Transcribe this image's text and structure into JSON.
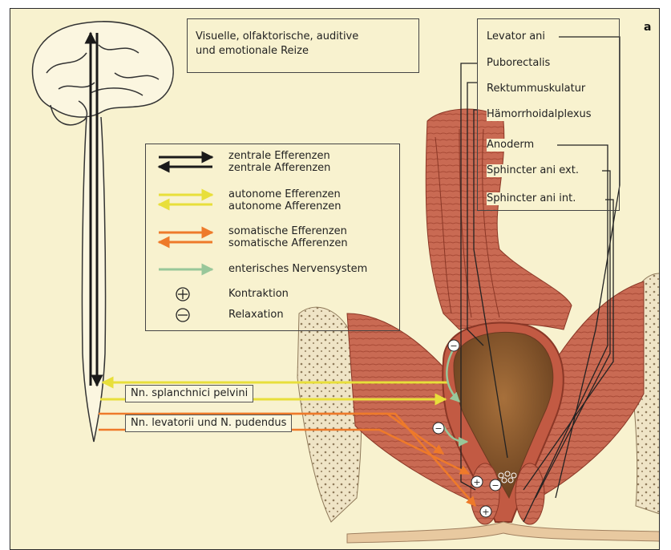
{
  "panel_letter": "a",
  "stimuli_text": [
    "Visuelle, olfaktorische, auditive",
    "und emotionale Reize"
  ],
  "legend": {
    "items": [
      {
        "id": "central",
        "lines": [
          "zentrale Efferenzen",
          "zentrale Afferenzen"
        ],
        "color": "#1a1a1a"
      },
      {
        "id": "autonomic",
        "lines": [
          "autonome Efferenzen",
          "autonome Afferenzen"
        ],
        "color": "#e8df3a"
      },
      {
        "id": "somatic",
        "lines": [
          "somatische Efferenzen",
          "somatische Afferenzen"
        ],
        "color": "#ee7a2a"
      },
      {
        "id": "enteric",
        "lines": [
          "enterisches Nervensystem"
        ],
        "color": "#98c79a"
      }
    ],
    "contraction": "Kontraktion",
    "relaxation": "Relaxation"
  },
  "structures": [
    "Levator ani",
    "Puborectalis",
    "Rektummuskulatur",
    "Hämorrhoidalplexus",
    "Anoderm",
    "Sphincter ani ext.",
    "Sphincter ani int."
  ],
  "nerves": {
    "splanchnic": "Nn. splanchnici pelvini",
    "levator_pudendus": "Nn. levatorii und N. pudendus"
  },
  "colors": {
    "background": "#f8f2cf",
    "muscle": "#c8614c",
    "muscle_dark": "#a2412f",
    "lumen": "#8c5a2d",
    "bone": "#efe4c6"
  }
}
